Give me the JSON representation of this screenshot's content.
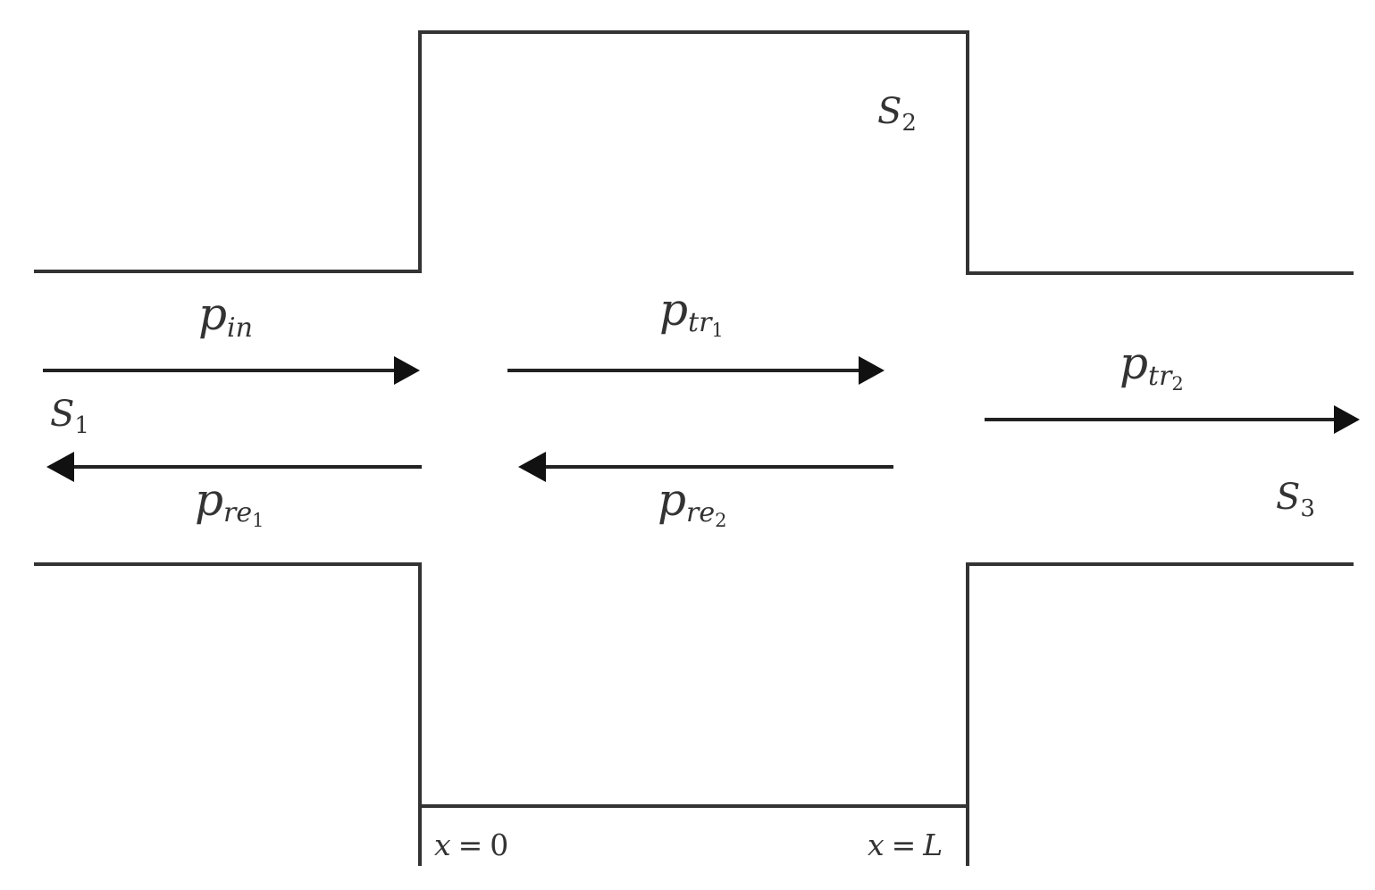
{
  "diagram": {
    "areas": {
      "s1": {
        "symbol": "S",
        "sub": "1"
      },
      "s2": {
        "symbol": "S",
        "sub": "2"
      },
      "s3": {
        "symbol": "S",
        "sub": "3"
      }
    },
    "waves": {
      "incident": {
        "symbol": "p",
        "sub": "in",
        "direction": "right"
      },
      "transmitted_1": {
        "symbol": "p",
        "sub": "tr",
        "subsub": "1",
        "direction": "right"
      },
      "transmitted_2": {
        "symbol": "p",
        "sub": "tr",
        "subsub": "2",
        "direction": "right"
      },
      "reflected_1": {
        "symbol": "p",
        "sub": "re",
        "subsub": "1",
        "direction": "left"
      },
      "reflected_2": {
        "symbol": "p",
        "sub": "re",
        "subsub": "2",
        "direction": "left"
      }
    },
    "positions": {
      "start": {
        "var": "x",
        "eq": "=",
        "value": "0"
      },
      "end": {
        "var": "x",
        "eq": "=",
        "value": "L"
      }
    }
  }
}
